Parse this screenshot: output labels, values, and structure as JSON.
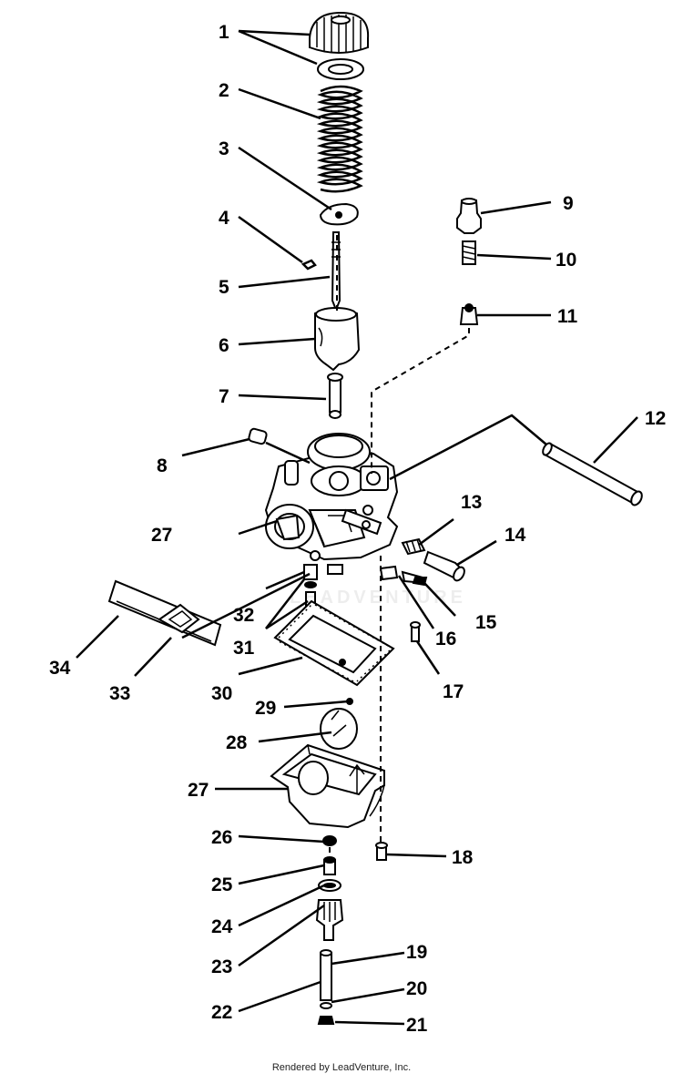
{
  "diagram": {
    "callouts": [
      "1",
      "2",
      "3",
      "4",
      "5",
      "6",
      "7",
      "8",
      "9",
      "10",
      "11",
      "12",
      "13",
      "14",
      "15",
      "16",
      "17",
      "18",
      "19",
      "20",
      "21",
      "22",
      "23",
      "24",
      "25",
      "26",
      "27",
      "27",
      "28",
      "29",
      "30",
      "31",
      "32",
      "33",
      "34"
    ],
    "colors": {
      "ink": "#000000",
      "paper": "#ffffff"
    }
  },
  "watermark": {
    "text": "LEADVENTURE"
  },
  "footer": {
    "text": "Rendered by LeadVenture, Inc."
  }
}
